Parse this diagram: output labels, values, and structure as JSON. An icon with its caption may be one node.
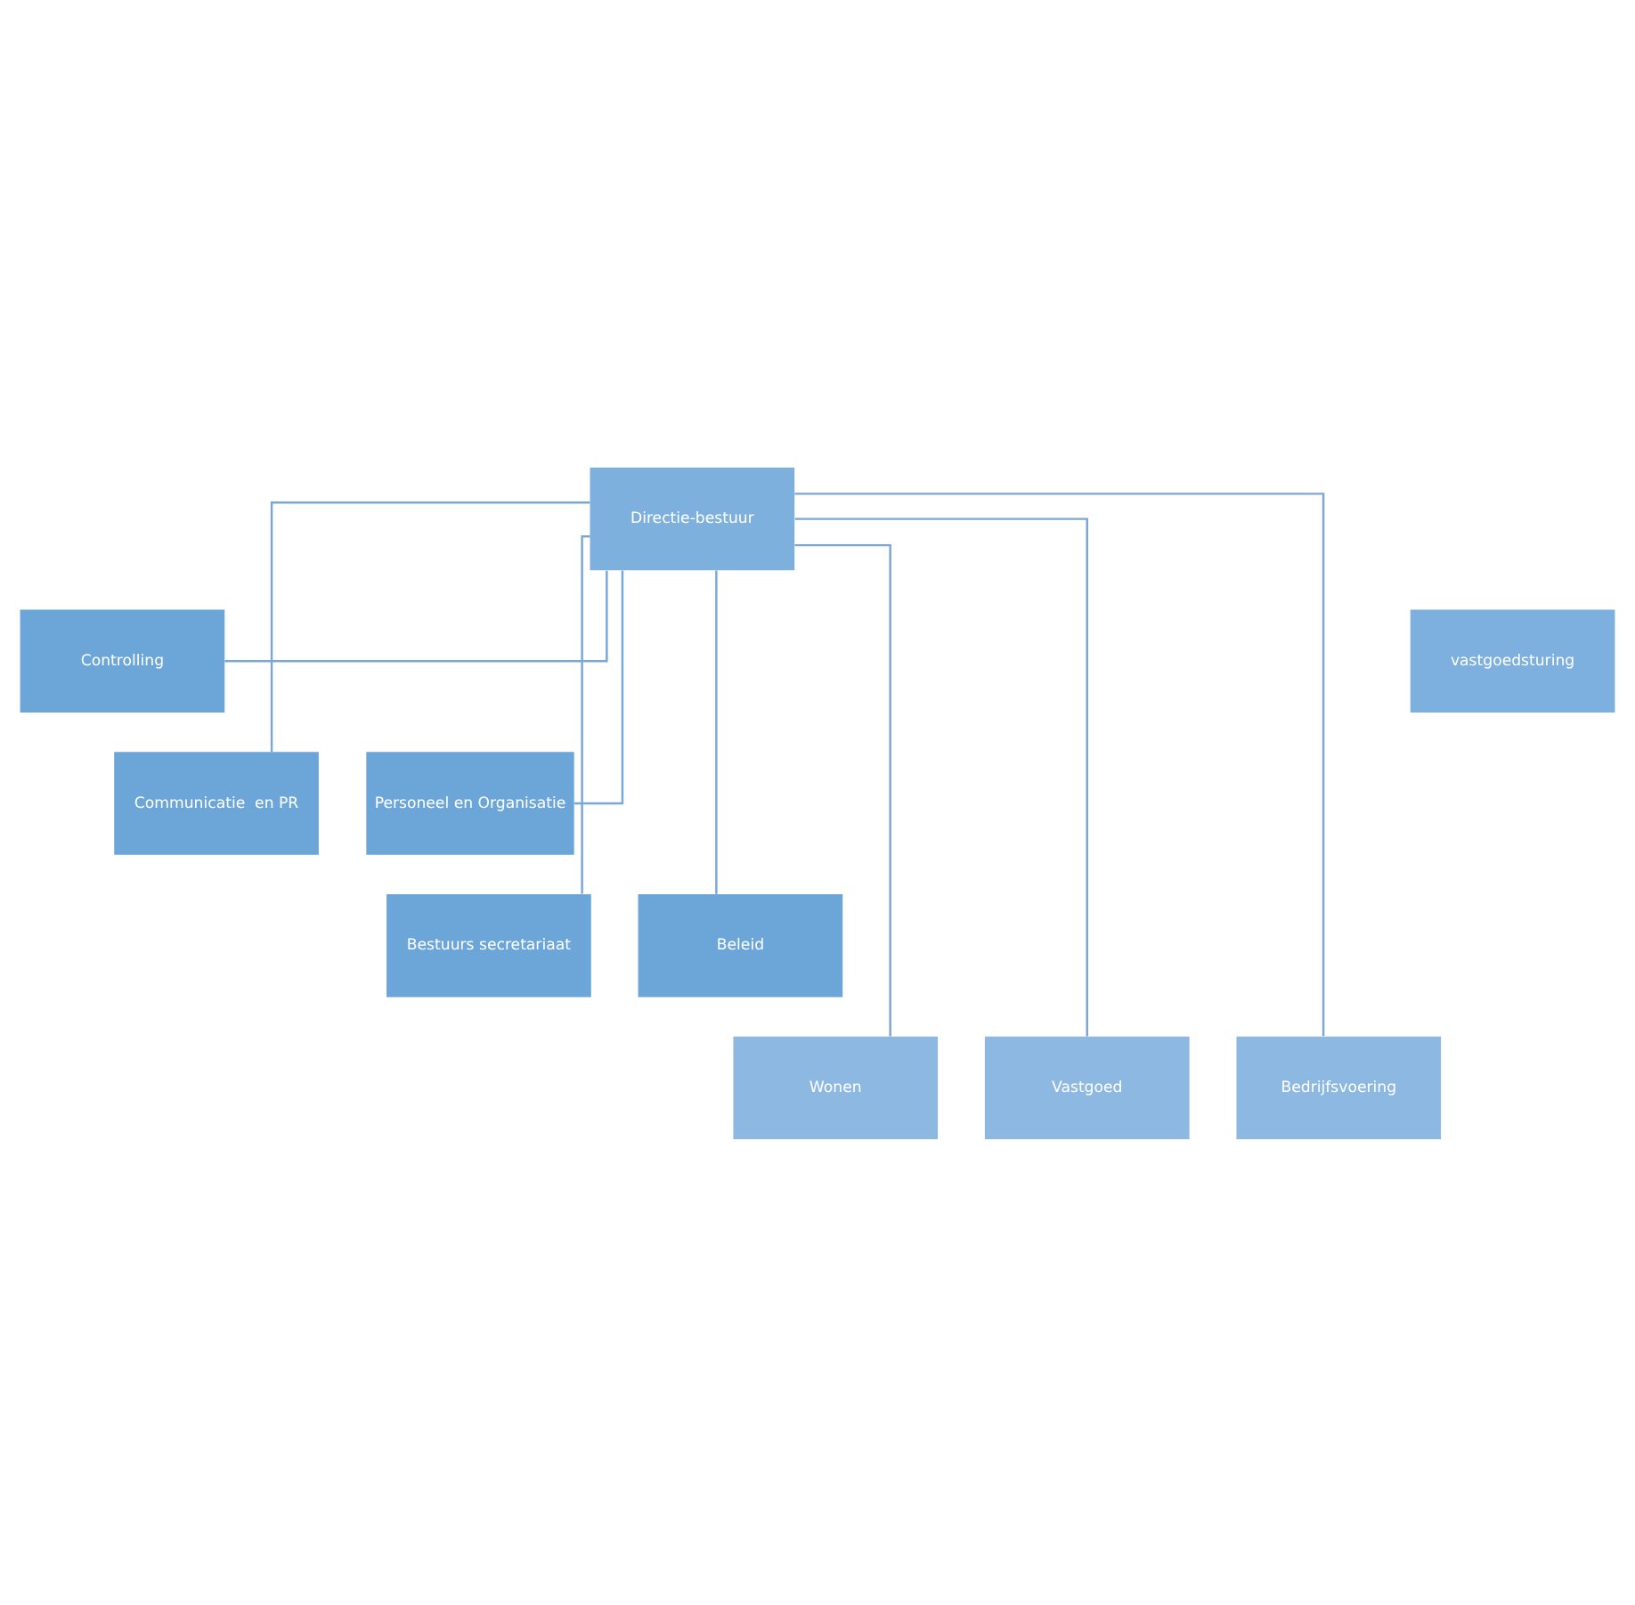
{
  "diagram": {
    "nodes": [
      {
        "text": [
          "Directie-bestuur"
        ]
      },
      {
        "text": [
          "vastgoedsturing"
        ]
      },
      {
        "text": [
          "Controlling"
        ]
      },
      {
        "text": [
          "Communicatie  en PR"
        ]
      },
      {
        "text": [
          "Personeel en Organisatie"
        ]
      },
      {
        "text": [
          "Bestuurs secretariaat"
        ]
      },
      {
        "text": [
          "Beleid"
        ]
      },
      {
        "text": [
          "Wonen"
        ]
      },
      {
        "text": [
          "Vastgoed"
        ]
      },
      {
        "text": [
          "Bedrijfsvoering"
        ]
      }
    ],
    "edges": [
      {
        "from": 0,
        "to": 2,
        "arrow": "none"
      },
      {
        "from": 0,
        "to": 3,
        "arrow": "none"
      },
      {
        "from": 0,
        "to": 4,
        "arrow": "none"
      },
      {
        "from": 0,
        "to": 5,
        "arrow": "none"
      },
      {
        "from": 0,
        "to": 6,
        "arrow": "none"
      },
      {
        "from": 0,
        "to": 7,
        "arrow": "none"
      },
      {
        "from": 0,
        "to": 8,
        "arrow": "none"
      },
      {
        "from": 0,
        "to": 9,
        "arrow": "none"
      }
    ]
  }
}
